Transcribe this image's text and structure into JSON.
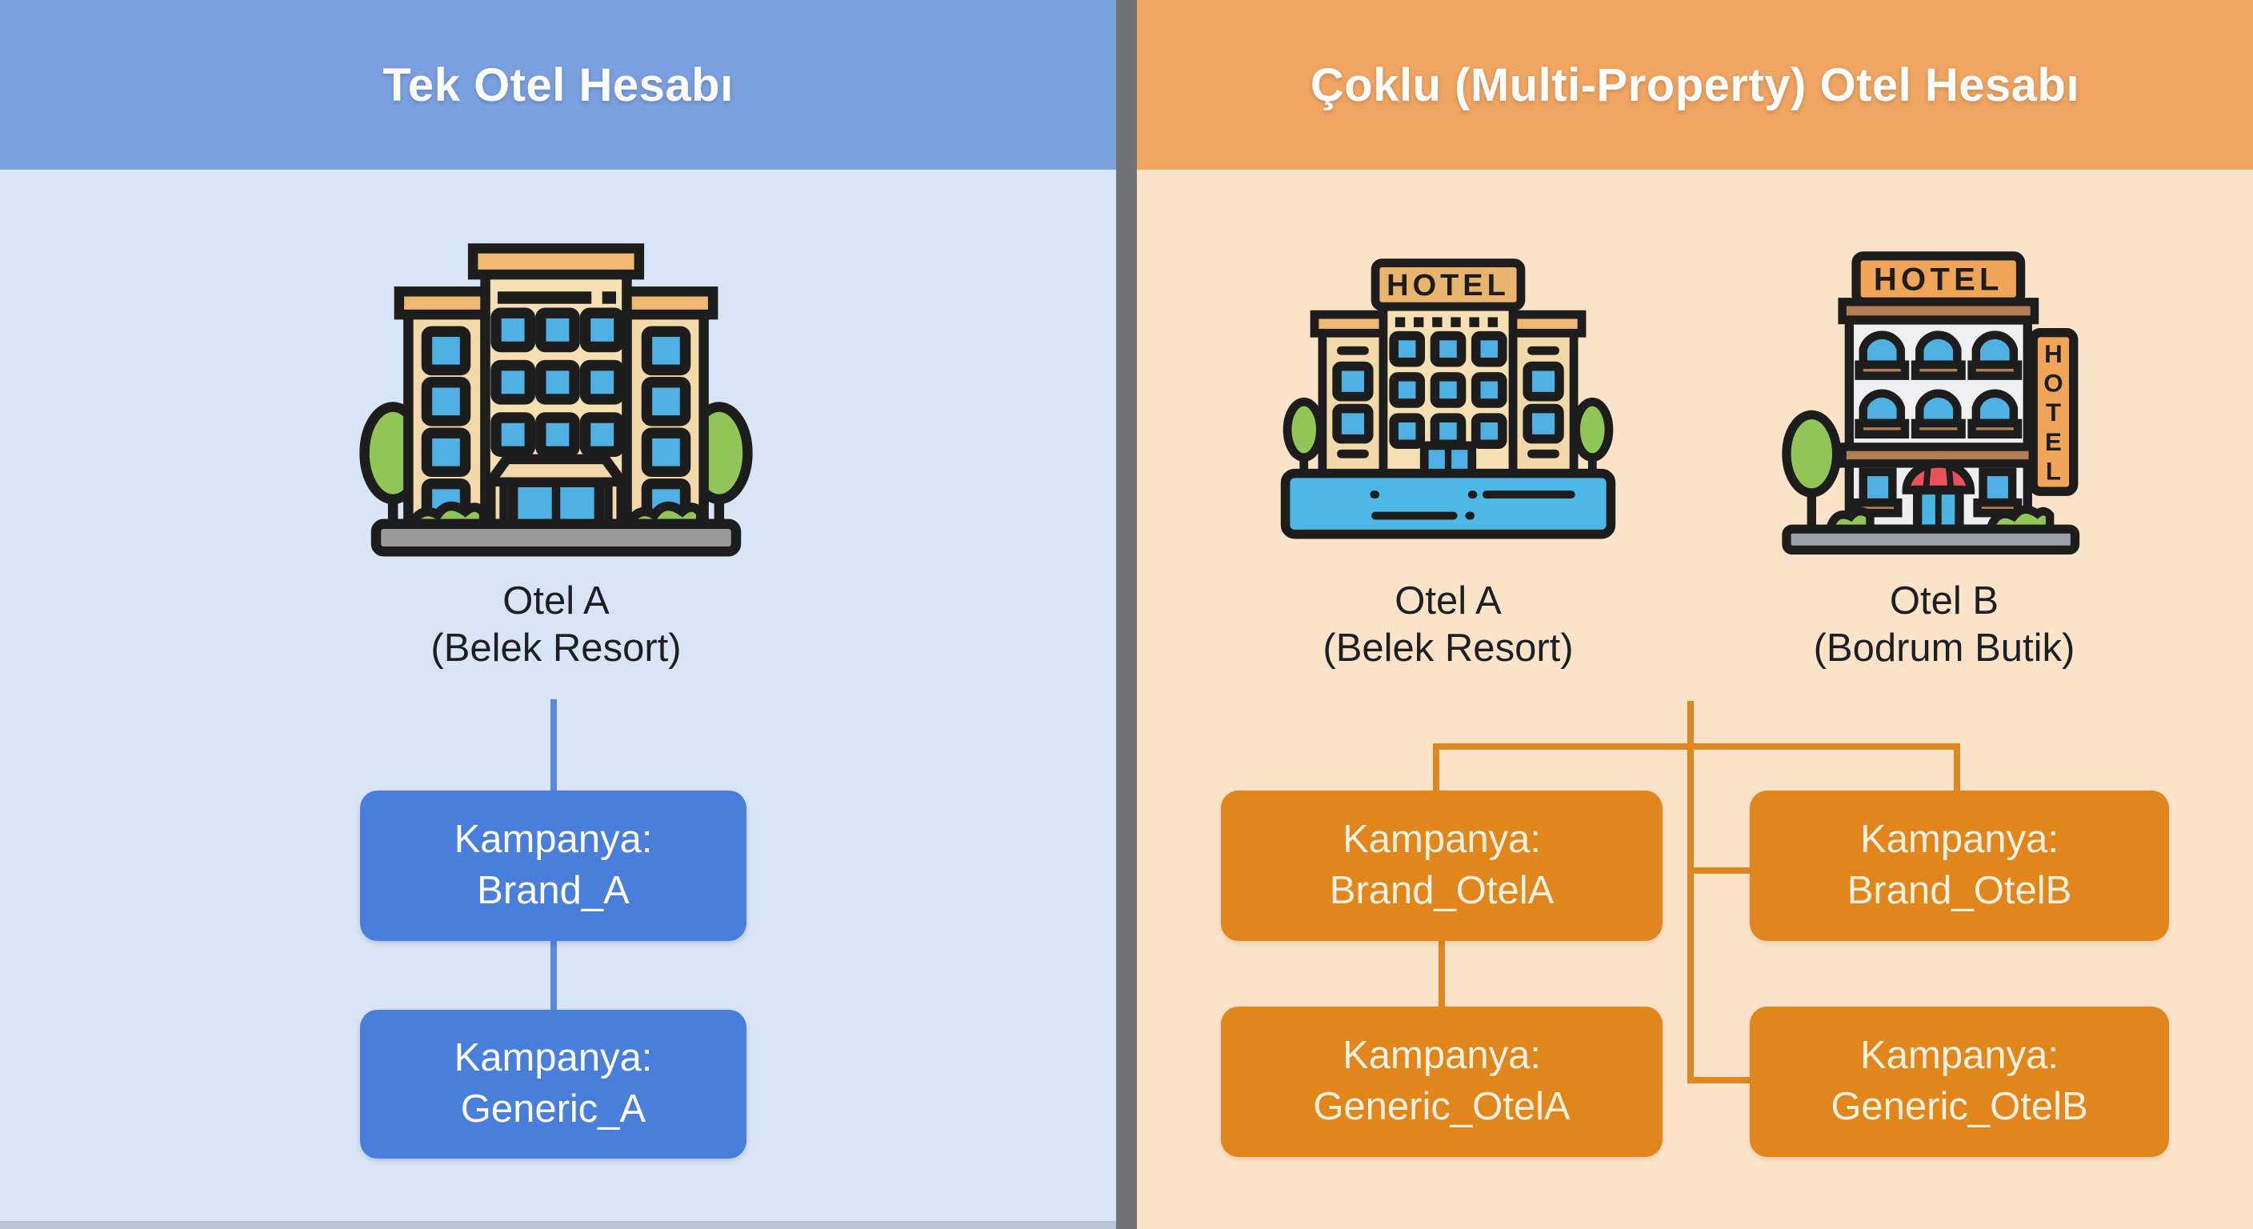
{
  "left_panel": {
    "title": "Tek Otel Hesabı",
    "hotel": {
      "name": "Otel A",
      "subtitle": "(Belek Resort)"
    },
    "campaigns": [
      {
        "line1": "Kampanya:",
        "line2": "Brand_A"
      },
      {
        "line1": "Kampanya:",
        "line2": "Generic_A"
      }
    ],
    "colors": {
      "header": "#7ba0e0",
      "body": "#d9e4f6",
      "campaign_box": "#4a7edb",
      "connector": "#5b87d9"
    }
  },
  "right_panel": {
    "title": "Çoklu (Multi-Property) Otel Hesabı",
    "hotels": [
      {
        "name": "Otel A",
        "subtitle": "(Belek Resort)"
      },
      {
        "name": "Otel B",
        "subtitle": "(Bodrum Butik)"
      }
    ],
    "campaigns": [
      {
        "line1": "Kampanya:",
        "line2": "Brand_OtelA"
      },
      {
        "line1": "Kampanya:",
        "line2": "Brand_OtelB"
      },
      {
        "line1": "Kampanya:",
        "line2": "Generic_OtelA"
      },
      {
        "line1": "Kampanya:",
        "line2": "Generic_OtelB"
      }
    ],
    "hotel_sign_text": "HOTEL",
    "hotel_sign_letters": [
      "H",
      "O",
      "T",
      "E",
      "L"
    ],
    "colors": {
      "header": "#f0a562",
      "body": "#fbe3ca",
      "campaign_box": "#e1861d",
      "connector": "#e0871f"
    }
  },
  "divider_color": "#717274"
}
